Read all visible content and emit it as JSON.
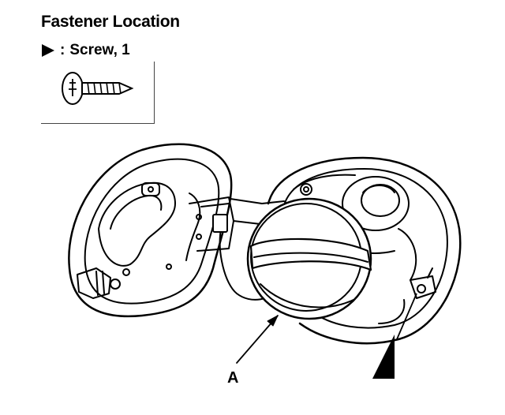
{
  "header": {
    "title": "Fastener Location"
  },
  "legend": {
    "separator": ":",
    "item_label": "Screw, 1",
    "marker_icon": "triangle-pointer-icon"
  },
  "callouts": {
    "fuel_cap_label": "A"
  },
  "icons": {
    "screw": "screw-icon",
    "location_marker": "triangle-pointer-icon"
  }
}
